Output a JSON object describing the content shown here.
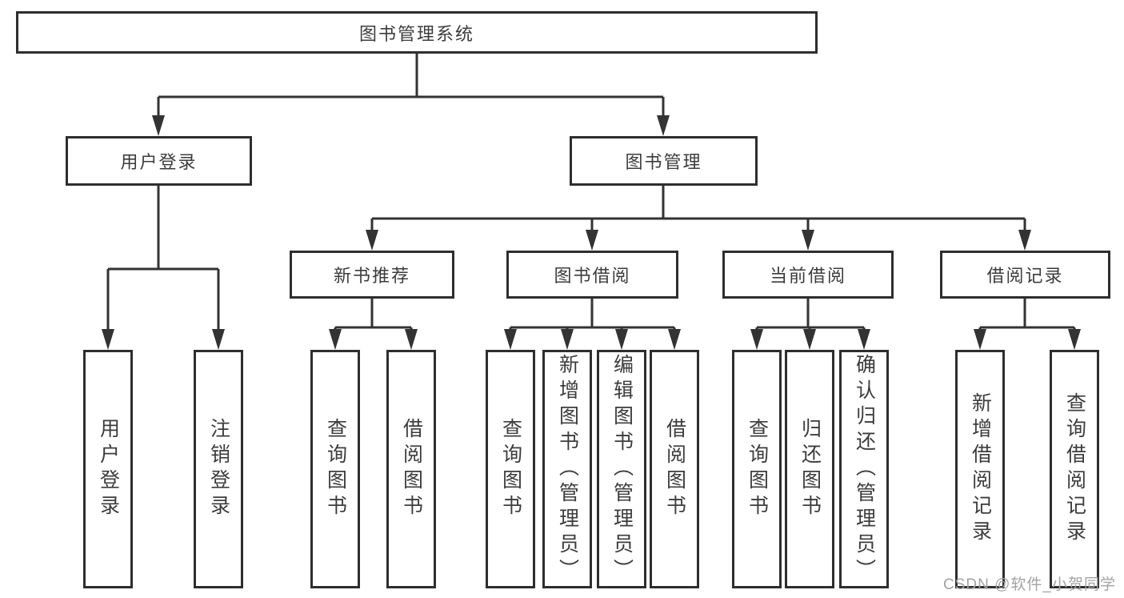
{
  "diagram": {
    "type": "hierarchy",
    "tree": {
      "label": "图书管理系统",
      "children": [
        {
          "label": "用户登录",
          "children": [
            {
              "label": "用户登录"
            },
            {
              "label": "注销登录"
            }
          ]
        },
        {
          "label": "图书管理",
          "children": [
            {
              "label": "新书推荐",
              "children": [
                {
                  "label": "查询图书"
                },
                {
                  "label": "借阅图书"
                }
              ]
            },
            {
              "label": "图书借阅",
              "children": [
                {
                  "label": "查询图书"
                },
                {
                  "label": "新增图书（管理员）"
                },
                {
                  "label": "编辑图书（管理员）"
                },
                {
                  "label": "借阅图书"
                }
              ]
            },
            {
              "label": "当前借阅",
              "children": [
                {
                  "label": "查询图书"
                },
                {
                  "label": "归还图书"
                },
                {
                  "label": "确认归还（管理员）"
                }
              ]
            },
            {
              "label": "借阅记录",
              "children": [
                {
                  "label": "新增借阅记录"
                },
                {
                  "label": "查询借阅记录"
                }
              ]
            }
          ]
        }
      ]
    },
    "colors": {
      "box_border": "#2e2e2e",
      "connector_line": "#333333",
      "text": "#3c3c3c",
      "background": "#ffffff",
      "watermark": "#a3a3a3"
    }
  },
  "watermark": {
    "text": "CSDN @软件_小贺同学"
  }
}
